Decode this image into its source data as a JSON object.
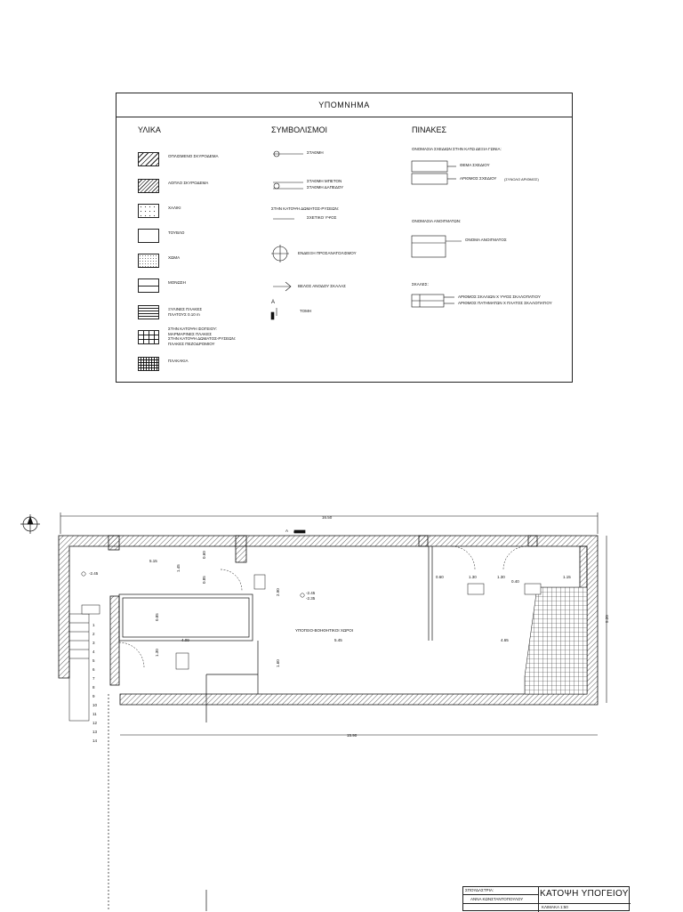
{
  "legend": {
    "title": "ΥΠΟΜΝΗΜΑ",
    "materials_heading": "ΥΛΙΚΑ",
    "symbols_heading": "ΣΥΜΒΟΛΙΣΜΟΙ",
    "tables_heading": "ΠΙΝΑΚΕΣ",
    "materials": [
      "ΟΠΛΙΣΜΕΝΟ ΣΚΥΡΟΔΕΜΑ",
      "ΑΟΠΛΟ ΣΚΥΡΟΔΕΜΑ",
      "ΧΑΛΙΚΙ",
      "ΤΟΥΒΛΟ",
      "ΧΩΜΑ",
      "ΜΟΝΩΣΗ",
      "ΞΥΛΙΝΕΣ ΠΛΑΚΕΣ\nΠΛΑΤΟΥΣ 0.10 m",
      "ΣΤΗΝ ΚΑΤΟΨΗ ΙΣΟΓΕΙΟΥ:\nΜΑΡΜΑΡΙΝΕΣ ΠΛΑΚΕΣ\nΣΤΗΝ ΚΑΤΟΨΗ ΔΩΜΑΤΟΣ-ΡΥΣΕΩΝ:\nΠΛΑΚΕΣ ΠΕΖΟΔΡΟΜΙΟΥ",
      "ΠΛΑΚΑΚΙΑ"
    ],
    "symbols": {
      "elevation": "ΣΤΑΘΜΗ",
      "elevation_concrete": "ΣΤΑΘΜΗ ΜΠΕΤΟΝ",
      "elevation_floor": "ΣΤΑΘΜΗ ΔΑΠΕΔΟΥ",
      "roof_plan_note": "ΣΤΗΝ ΚΑΤΟΨΗ ΔΩΜΑΤΟΣ-ΡΥΣΕΩΝ:",
      "relative_height": "ΣΧΕΤΙΚΟ ΥΨΟΣ",
      "orientation": "ΕΝΔΕΙΞΗ ΠΡΟΣΑΝΑΤΟΛΙΣΜΟΥ",
      "stair_arrow": "ΒΕΛΟΣ ΑΝΟΔΟΥ ΣΚΑΛΑΣ",
      "section_letter": "A",
      "section": "ΤΟΜΗ"
    },
    "tables": {
      "drawing_label_note": "ΟΝΟΜΑΣΙΑ ΣΧΕΔΙΩΝ ΣΤΗΝ ΚΑΤΩ ΔΕΞΙΑ ΓΩΝΙΑ:",
      "drawing_subject": "ΘΕΜΑ ΣΧΕΔΙΟΥ",
      "drawing_number": "ΑΡΙΘΜΟΣ ΣΧΕΔΙΟΥ",
      "drawing_number_note": "(ΣΥΝΟΛΟ ΑΡΙΘΜΟΣ)",
      "opening_label_note": "ΟΝΟΜΑΣΙΑ ΑΝΟΙΓΜΑΤΩΝ:",
      "opening_name": "ΟΝΟΜΑ ΑΝΟΙΓΜΑΤΟΣ",
      "stairs_note": "ΣΚΑΛΕΣ:",
      "stairs_rows": "ΑΡΙΘΜΟΣ ΣΚΑΛΙΩΝ Χ ΥΨΟΣ ΣΚΑΛΟΠΑΤΙΟΥ",
      "stairs_treads": "ΑΡΙΘΜΟΣ ΠΑΤΗΜΑΤΩΝ Χ ΠΛΑΤΟΣ ΣΚΑΛΟΠΑΤΙΟΥ"
    }
  },
  "plan": {
    "overall_width": "16.50",
    "bottom_width": "15.90",
    "height": "5.20",
    "room_label": "ΥΠΟΓΕΙΟ-ΒΟΗΘΗΤΙΚΟΙ ΧΩΡΟΙ",
    "section_letter": "A",
    "dims": {
      "d515": "5.15",
      "d145": "1.45",
      "d060": "0.60",
      "d085a": "0.85",
      "d085b": "0.85",
      "d409": "4.09",
      "d130v": "1.30",
      "d545": "5.45",
      "d290": "2.90",
      "d160": "1.60",
      "d060b": "0.60",
      "d130a": "1.30",
      "d040": "0.40",
      "d130b": "1.30",
      "d115": "1.15",
      "d465": "4.65"
    },
    "elevations": {
      "e1": "-2.45",
      "e2": "-2.45",
      "e3": "-2.35"
    },
    "stair_numbers": [
      "1",
      "2",
      "3",
      "4",
      "5",
      "6",
      "7",
      "8",
      "9",
      "10",
      "11",
      "12",
      "13",
      "14"
    ]
  },
  "title_block": {
    "student_label": "ΣΠΟΥΔΑΣΤΡΙΑ:",
    "student_name": "ΑΝΝΑ ΚΩΝΣΤΑΝΤΟΠΟΥΛΟΥ",
    "title": "ΚΑΤΟΨΗ ΥΠΟΓΕΙΟΥ",
    "scale": "ΚΛΙΜΑΚΑ 1:50"
  }
}
